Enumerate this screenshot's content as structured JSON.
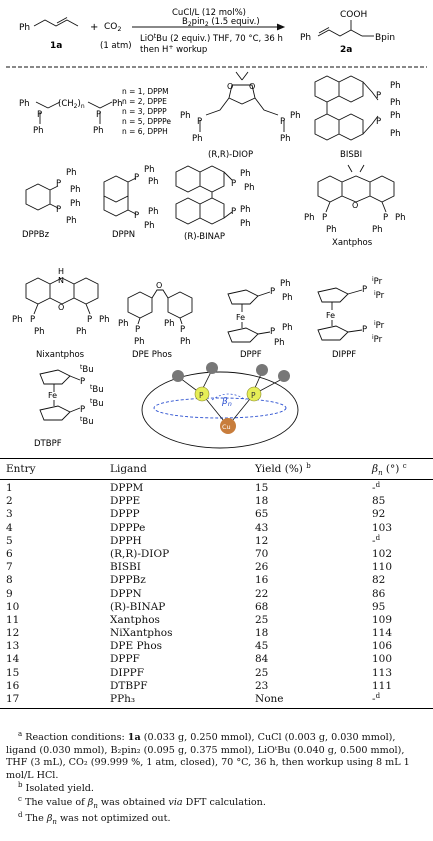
{
  "scheme": {
    "reactant1": "1a",
    "plus": "+",
    "co2": "CO",
    "co2_sub": "2",
    "co2_cond": "(1 atm)",
    "cond_top": "CuCl/L (12 mol%)",
    "cond_mid": "B",
    "cond_mid_sub": "2",
    "cond_mid_rest": "pin",
    "cond_mid_sub2": "2",
    "cond_mid_end": " (1.5 equiv.)",
    "cond_bot1": "LiO",
    "cond_bot1_sup": "t",
    "cond_bot1_rest": "Bu (2 equiv.) THF, 70 °C, 36 h",
    "cond_bot2": "then H",
    "cond_bot2_sup": "+",
    "cond_bot2_rest": " workup",
    "product": "2a",
    "cooh": "COOH",
    "bpin": "Bpin",
    "ph": "Ph",
    "chain": "(CH",
    "chain_sub": "2",
    "chain_end": ")",
    "chain_n": "n",
    "n_list": [
      "n = 1, DPPM",
      "n = 2, DPPE",
      "n = 3, DPPP",
      "n = 5, DPPPe",
      "n = 6, DPPH"
    ],
    "ligands": {
      "diop": "(R,R)-DIOP",
      "bisbi": "BISBI",
      "dppbz": "DPPBz",
      "dppn": "DPPN",
      "binap": "(R)-BINAP",
      "xantphos": "Xantphos",
      "nixantphos": "Nixantphos",
      "dpephos": "DPE Phos",
      "dppf": "DPPF",
      "dippf": "DIPPF",
      "dtbpf": "DTBPF"
    },
    "atoms": {
      "p": "P",
      "o": "O",
      "h": "H",
      "n": "N",
      "fe": "Fe",
      "cu": "Cu",
      "ipr": "Pr",
      "ipr_sup": "i",
      "tbu": "Bu",
      "tbu_sup": "t"
    },
    "beta": "β",
    "beta_sub": "n"
  },
  "table": {
    "headers": {
      "entry": "Entry",
      "ligand": "Ligand",
      "yield": "Yield (%)",
      "yield_sup": "b",
      "beta": "β",
      "beta_sub": "n",
      "beta_unit": " (°)",
      "beta_sup": "c"
    },
    "rows": [
      {
        "entry": "1",
        "ligand": "DPPM",
        "yield": "15",
        "beta": "-",
        "beta_sup": "d"
      },
      {
        "entry": "2",
        "ligand": "DPPE",
        "yield": "18",
        "beta": "85",
        "beta_sup": ""
      },
      {
        "entry": "3",
        "ligand": "DPPP",
        "yield": "65",
        "beta": "92",
        "beta_sup": ""
      },
      {
        "entry": "4",
        "ligand": "DPPPe",
        "yield": "43",
        "beta": "103",
        "beta_sup": ""
      },
      {
        "entry": "5",
        "ligand": "DPPH",
        "yield": "12",
        "beta": "-",
        "beta_sup": "d"
      },
      {
        "entry": "6",
        "ligand": "(R,R)-DIOP",
        "yield": "70",
        "beta": "102",
        "beta_sup": ""
      },
      {
        "entry": "7",
        "ligand": "BISBI",
        "yield": "26",
        "beta": "110",
        "beta_sup": ""
      },
      {
        "entry": "8",
        "ligand": "DPPBz",
        "yield": "16",
        "beta": "82",
        "beta_sup": ""
      },
      {
        "entry": "9",
        "ligand": "DPPN",
        "yield": "22",
        "beta": "86",
        "beta_sup": ""
      },
      {
        "entry": "10",
        "ligand": "(R)-BINAP",
        "yield": "68",
        "beta": "95",
        "beta_sup": ""
      },
      {
        "entry": "11",
        "ligand": "Xantphos",
        "yield": "25",
        "beta": "109",
        "beta_sup": ""
      },
      {
        "entry": "12",
        "ligand": "NiXantphos",
        "yield": "18",
        "beta": "114",
        "beta_sup": ""
      },
      {
        "entry": "13",
        "ligand": "DPE Phos",
        "yield": "45",
        "beta": "106",
        "beta_sup": ""
      },
      {
        "entry": "14",
        "ligand": "DPPF",
        "yield": "84",
        "beta": "100",
        "beta_sup": ""
      },
      {
        "entry": "15",
        "ligand": "DIPPF",
        "yield": "25",
        "beta": "113",
        "beta_sup": ""
      },
      {
        "entry": "16",
        "ligand": "DTBPF",
        "yield": "23",
        "beta": "111",
        "beta_sup": ""
      },
      {
        "entry": "17",
        "ligand": "PPh₃",
        "yield": "None",
        "beta": "-",
        "beta_sup": "d"
      }
    ]
  },
  "footnotes": {
    "a_mark": "a",
    "a_text1": " Reaction conditions: ",
    "a_bold": "1a",
    "a_text2": " (0.033 g, 0.250 mmol), CuCl (0.003 g, 0.030 mmol), ligand (0.030 mmol), B₂pin₂ (0.095 g, 0.375 mmol), LiOᵗBu (0.040 g, 0.500 mmol), THF (3 mL), CO₂ (99.999 %, 1 atm, closed), 70 °C, 36 h, then workup using 8 mL 1 mol/L HCl.",
    "b_mark": "b",
    "b_text": " Isolated yield.",
    "c_mark": "c",
    "c_text1": " The value of ",
    "c_beta": "β",
    "c_beta_sub": "n",
    "c_text2": " was obtained ",
    "c_via": "via",
    "c_text3": " DFT calculation.",
    "d_mark": "d",
    "d_text1": " The ",
    "d_beta": "β",
    "d_beta_sub": "n",
    "d_text2": " was not optimized out."
  }
}
